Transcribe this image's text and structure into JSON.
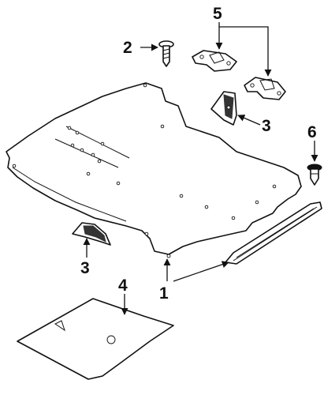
{
  "diagram": {
    "callouts": {
      "c1": "1",
      "c2": "2",
      "c3a": "3",
      "c3b": "3",
      "c4": "4",
      "c5": "5",
      "c6": "6"
    },
    "colors": {
      "line": "#111111",
      "background": "#ffffff"
    }
  }
}
